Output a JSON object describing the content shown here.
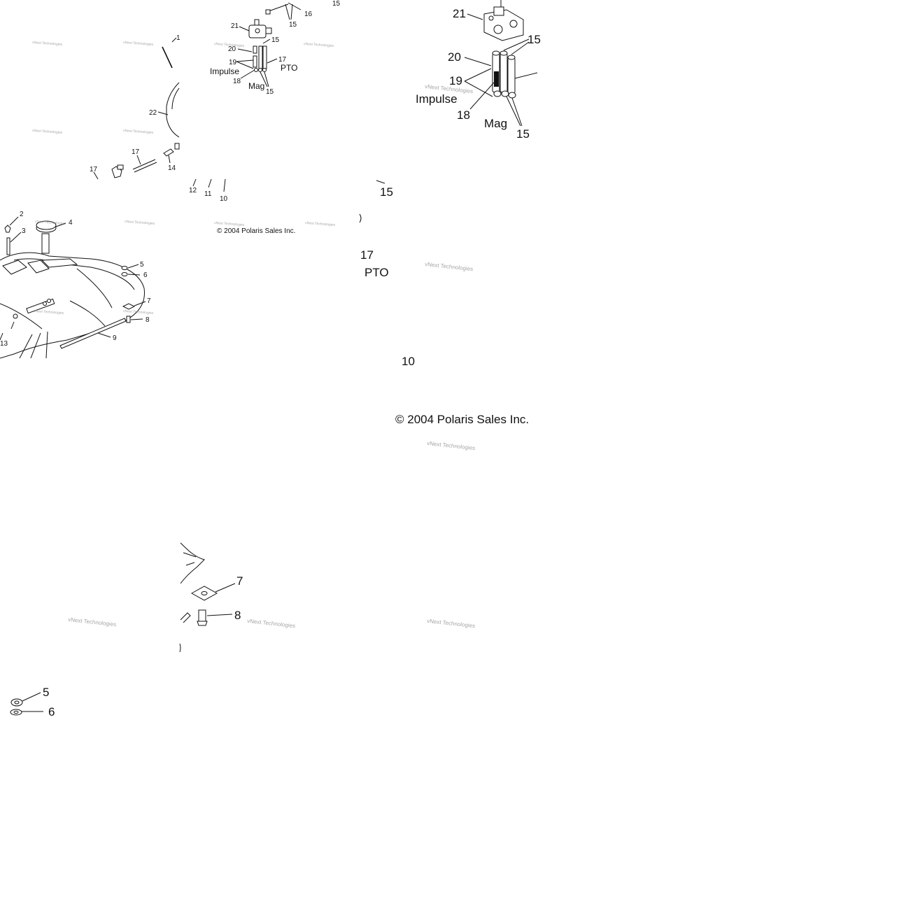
{
  "copyright": "© 2004 Polaris Sales Inc.",
  "watermark": "vNext Technologies",
  "labels": {
    "impulse": "Impulse",
    "pto": "PTO",
    "mag": "Mag"
  },
  "tile_tank": {
    "callouts": [
      "1",
      "2",
      "3",
      "4",
      "5",
      "6",
      "7",
      "8",
      "9",
      "13",
      "14",
      "17",
      "22"
    ]
  },
  "tile_pump_small": {
    "callouts": [
      "15",
      "16",
      "15",
      "21",
      "15",
      "20",
      "17",
      "19",
      "18",
      "15",
      "12",
      "11",
      "10"
    ]
  },
  "tile_pump_large": {
    "callouts": [
      "21",
      "15",
      "20",
      "19",
      "18",
      "15",
      "15",
      "17",
      "10"
    ]
  },
  "tile_hardware": {
    "callouts": [
      "7",
      "8",
      "5",
      "6"
    ]
  }
}
